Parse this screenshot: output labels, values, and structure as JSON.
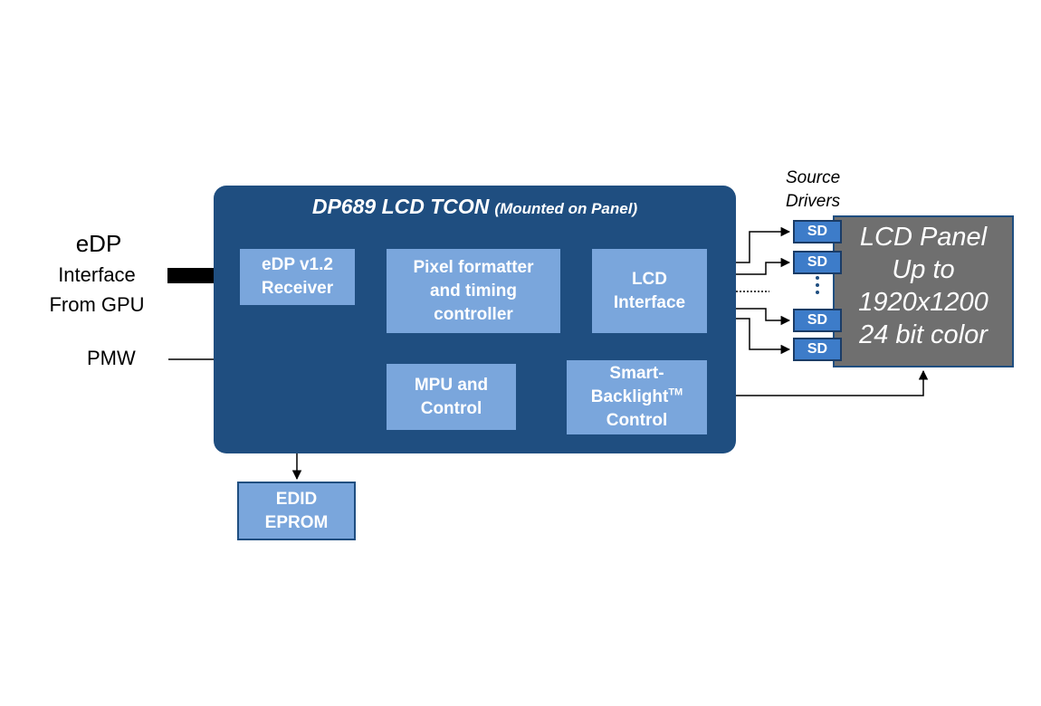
{
  "diagram": {
    "edp_input": {
      "title": "eDP",
      "line1": "Interface",
      "line2": "From GPU"
    },
    "pwm_input": {
      "label": "PMW"
    },
    "tcon": {
      "title": "DP689 LCD TCON",
      "subtitle": "(Mounted on Panel)",
      "blocks": {
        "receiver": "eDP v1.2\nReceiver",
        "pixel_formatter": "Pixel formatter\nand timing\ncontroller",
        "lcd_interface": "LCD\nInterface",
        "mpu": "MPU and\nControl",
        "backlight_line1": "Smart-",
        "backlight_line2": "Backlight",
        "backlight_tm": "TM",
        "backlight_line3": "Control"
      }
    },
    "edid": "EDID\nEPROM",
    "source_drivers": {
      "label_line1": "Source",
      "label_line2": "Drivers",
      "sd_labels": [
        "SD",
        "SD",
        "SD",
        "SD"
      ]
    },
    "lcd_panel": {
      "lines": [
        "LCD Panel",
        "Up to",
        "1920x1200",
        "24 bit color"
      ]
    },
    "colors": {
      "tcon_fill": "#1f4e80",
      "block_fill": "#7aa6dc",
      "sd_fill": "#3d7cc9",
      "panel_fill": "#6f6f6f"
    }
  }
}
